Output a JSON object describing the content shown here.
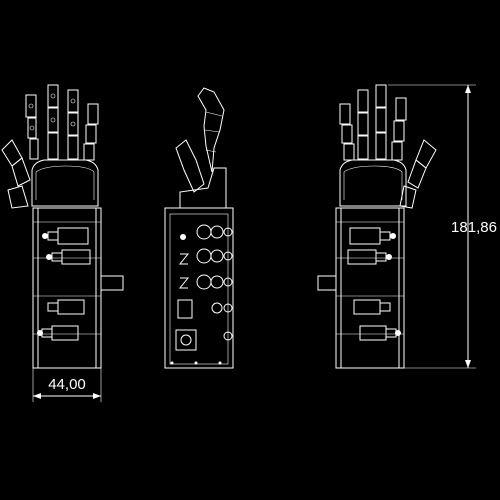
{
  "dimensions": {
    "width_label": "44,00",
    "height_label": "181,86"
  },
  "colors": {
    "background": "#000000",
    "line": "#ffffff"
  },
  "views": [
    "front-view",
    "side-view",
    "back-view"
  ]
}
